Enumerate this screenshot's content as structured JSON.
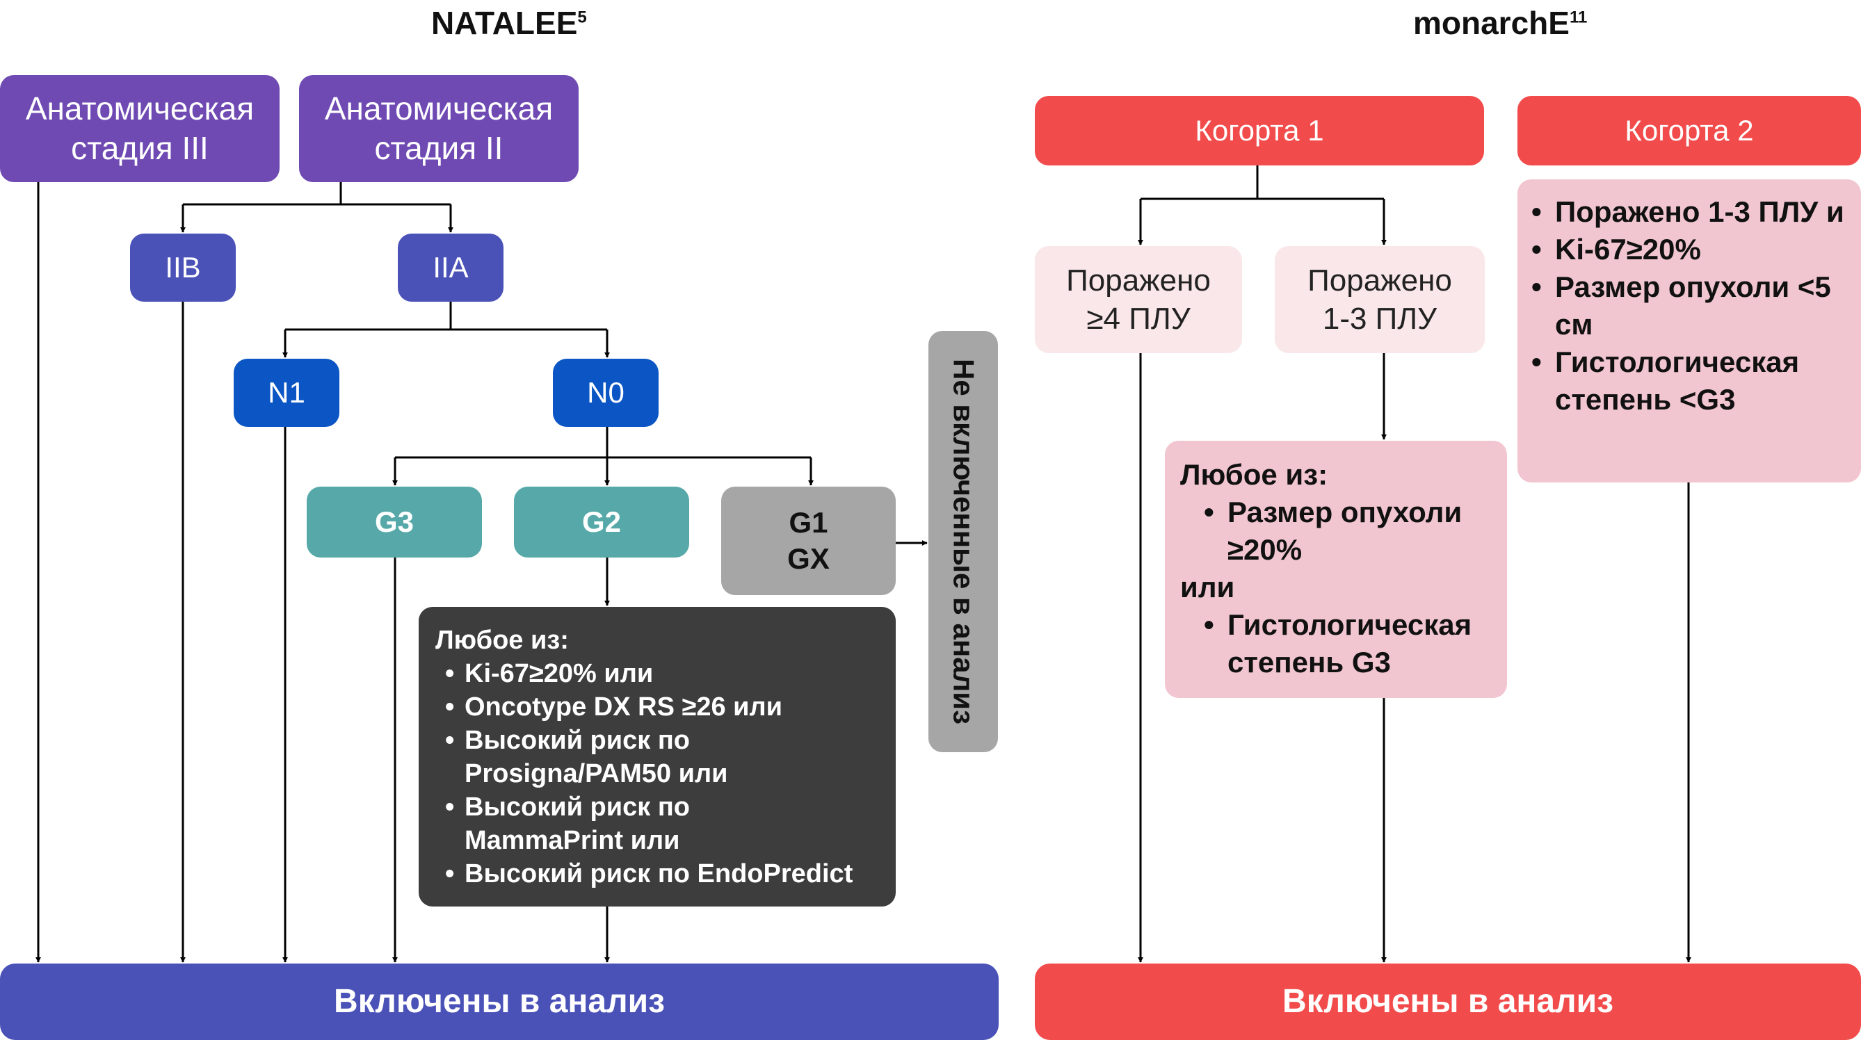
{
  "natalee": {
    "title": "NATALEE",
    "title_sup": "5",
    "stage3": "Анатомическая стадия III",
    "stage2": "Анатомическая стадия II",
    "iib": "IIB",
    "iia": "IIA",
    "n1": "N1",
    "n0": "N0",
    "g3": "G3",
    "g2": "G2",
    "g1": "G1",
    "gx": "GX",
    "excluded": "Не включенные в анализ",
    "criteria_header": "Любое из:",
    "criteria": [
      "Ki-67≥20% или",
      "Oncotype DX RS ≥26 или",
      "Высокий риск по Prosigna/PAM50 или",
      "Высокий риск по MammaPrint или",
      "Высокий риск по EndoPredict"
    ],
    "included": "Включены в анализ"
  },
  "monarche": {
    "title": "monarchE",
    "title_sup": "11",
    "cohort1": "Когорта 1",
    "cohort2": "Когорта 2",
    "ln4": "Поражено ≥4 ПЛУ",
    "ln13": "Поражено 1-3 ПЛУ",
    "any_header": "Любое из:",
    "any_item1": "Размер опухоли ≥20%",
    "or": "или",
    "any_item2": "Гистологическая степень G3",
    "cohort2_criteria": [
      "Поражено 1-3 ПЛУ и",
      "Ki-67≥20%",
      "Размер опухоли <5 см",
      "Гистологическая степень <G3"
    ],
    "included": "Включены в анализ"
  },
  "colors": {
    "purple": "#6f4ab3",
    "blue": "#4a52b8",
    "royal_blue": "#0b56c4",
    "teal": "#56a9a8",
    "grey": "#a6a6a6",
    "dark": "#3d3d3d",
    "red": "#f24b4b",
    "light_pink": "#f9e7e9",
    "pink": "#f1c6d0"
  }
}
